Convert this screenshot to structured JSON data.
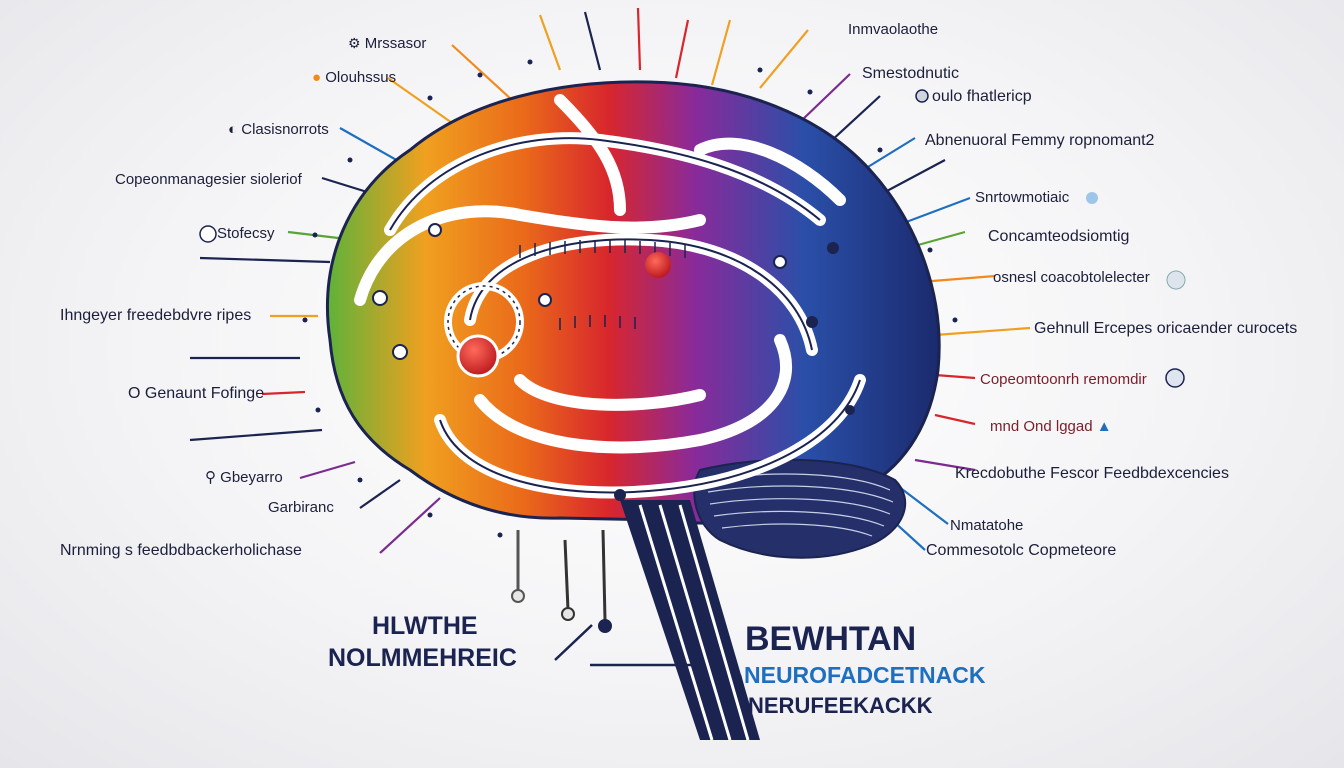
{
  "labels_left": [
    {
      "id": "l1",
      "text": "Mrssasor"
    },
    {
      "id": "l2",
      "text": "Olouhssus"
    },
    {
      "id": "l3",
      "text": "Clasisnorrots"
    },
    {
      "id": "l4",
      "text": "Copeonmanagesier sioleriof"
    },
    {
      "id": "l5",
      "text": "Stofecsy"
    },
    {
      "id": "l6",
      "text": "Ihngeyer freedebdvre ripes"
    },
    {
      "id": "l7",
      "text": "O Genaunt Fofinge"
    },
    {
      "id": "l8",
      "text": "Gbeyarro"
    },
    {
      "id": "l9",
      "text": "Garbiranc"
    },
    {
      "id": "l10",
      "text": "Nrnming s feedbdbackerholichase"
    }
  ],
  "labels_right": [
    {
      "id": "r1",
      "text": "Inmvaolaothe"
    },
    {
      "id": "r2",
      "text": "Smestodnutic"
    },
    {
      "id": "r3",
      "text": "oulo fhatlericp"
    },
    {
      "id": "r4",
      "text": "Abnenuoral Femmy ropnomant2"
    },
    {
      "id": "r5",
      "text": "Snrtowmotiaic"
    },
    {
      "id": "r6",
      "text": "Concamteodsiomtig"
    },
    {
      "id": "r7",
      "text": "osnesl coacobtolelecter"
    },
    {
      "id": "r8",
      "text": "Gehnull Ercepes oricaender curocets"
    },
    {
      "id": "r9",
      "text": "Copeomtoonrh remomdir"
    },
    {
      "id": "r10",
      "text": "mnd Ond lggad"
    },
    {
      "id": "r11",
      "text": "Krecdobuthe Fescor Feedbdexcencies"
    },
    {
      "id": "r12",
      "text": "Nmatatohe"
    },
    {
      "id": "r13",
      "text": "Commesotolc Copmeteore"
    }
  ],
  "title_left": {
    "line1": "HLWTHE",
    "line2": "NOLMMEHREIC"
  },
  "title_right": {
    "line1": "BEWHTAN",
    "line2": "NEUROFADCETNACK",
    "line3": "NERUFEEKACKK"
  },
  "colors": {
    "navy": "#1b2350",
    "blue": "#1f6fc0",
    "accent_red": "#d8262d",
    "orange": "#f08a1c",
    "purple": "#7b2b8f",
    "green": "#5ba336"
  }
}
